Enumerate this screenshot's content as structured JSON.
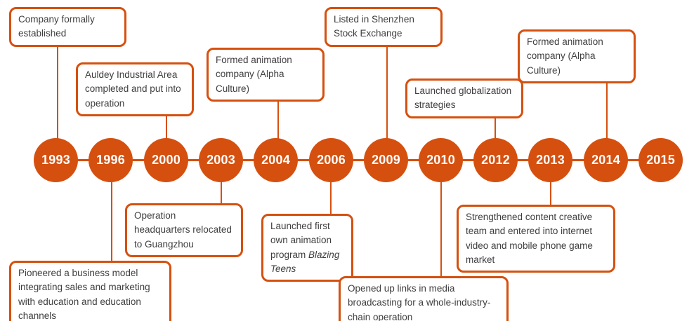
{
  "colors": {
    "accent": "#d5500f",
    "box_text": "#3e3e3e",
    "year_text": "#ffffff",
    "background": "#ffffff"
  },
  "timeline": {
    "nodes": [
      {
        "year": "1993"
      },
      {
        "year": "1996"
      },
      {
        "year": "2000"
      },
      {
        "year": "2003"
      },
      {
        "year": "2004"
      },
      {
        "year": "2006"
      },
      {
        "year": "2009"
      },
      {
        "year": "2010"
      },
      {
        "year": "2012"
      },
      {
        "year": "2013"
      },
      {
        "year": "2014"
      },
      {
        "year": "2015"
      }
    ],
    "events": [
      {
        "anchor_year": "1993",
        "position": "above",
        "label": "Company formally established"
      },
      {
        "anchor_year": "2000",
        "position": "above",
        "label": "Auldey Industrial Area completed and put into operation"
      },
      {
        "anchor_year": "2004",
        "position": "above",
        "label": "Formed animation company (Alpha Culture)"
      },
      {
        "anchor_year": "2009",
        "position": "above",
        "label": "Listed in Shenzhen Stock Exchange"
      },
      {
        "anchor_year": "2012",
        "position": "above",
        "label": "Launched globalization strategies"
      },
      {
        "anchor_year": "2014",
        "position": "above",
        "label": "Formed animation company (Alpha Culture)"
      },
      {
        "anchor_year": "1996",
        "position": "below",
        "label": "Pioneered a business model integrating sales and marketing with education and education channels"
      },
      {
        "anchor_year": "2003",
        "position": "below",
        "label": "Operation headquarters relocated to Guangzhou"
      },
      {
        "anchor_year": "2006",
        "position": "below",
        "label": "Launched first own animation program",
        "label_italic": "Blazing Teens"
      },
      {
        "anchor_year": "2010",
        "position": "below",
        "label": "Opened up links in media broadcasting for a whole-industry-chain operation"
      },
      {
        "anchor_year": "2013",
        "position": "below",
        "label": "Strengthened content creative team and entered into internet video and mobile phone game market"
      }
    ]
  }
}
